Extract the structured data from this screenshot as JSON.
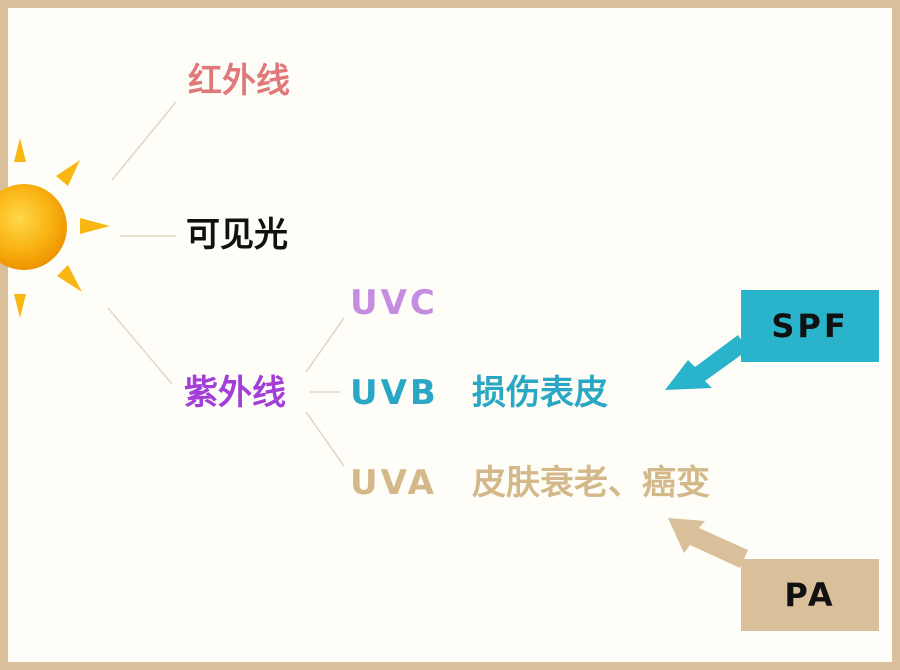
{
  "colors": {
    "frame": "#d9c09a",
    "background": "#fffdf8",
    "sun": "#f7a600",
    "infrared": "#e07a7a",
    "visible": "#111111",
    "ultraviolet": "#a23fd8",
    "uvc": "#c58de0",
    "uvb": "#2aa7c4",
    "uva": "#d3b88a",
    "spf_box": "#2ab4cc",
    "pa_box": "#d9c09a",
    "connector": "#e2d8c6"
  },
  "spectrum": {
    "infrared": "红外线",
    "visible": "可见光",
    "ultraviolet": "紫外线"
  },
  "uv_bands": {
    "uvc": "UVC",
    "uvb": "UVB",
    "uvb_effect": "损伤表皮",
    "uva": "UVA",
    "uva_effect": "皮肤衰老、癌变"
  },
  "protection": {
    "spf": "SPF",
    "pa": "PA"
  }
}
